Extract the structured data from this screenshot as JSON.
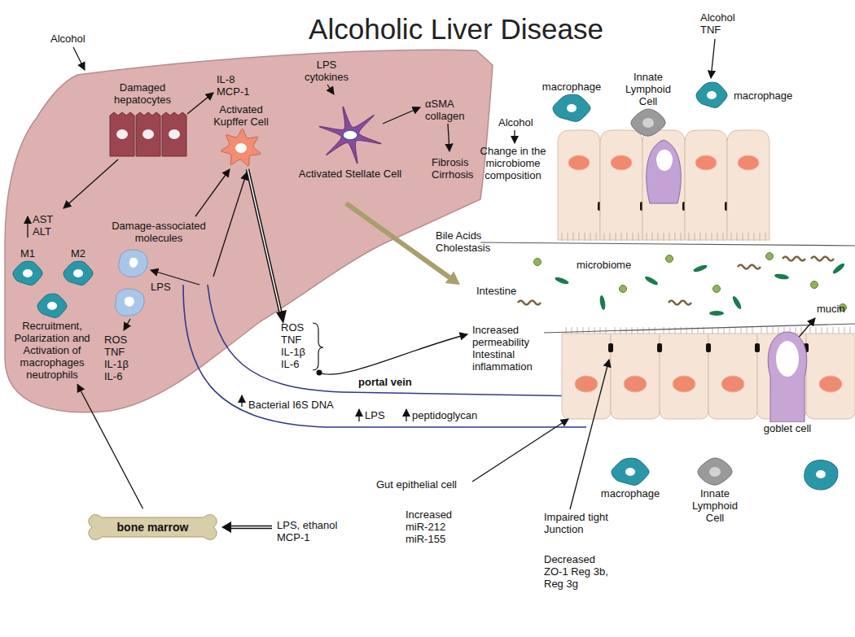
{
  "diagram": {
    "title": "Alcoholic Liver Disease",
    "nodes": [
      {
        "text": [
          "M1"
        ]
      },
      {
        "text": [
          "M2"
        ]
      },
      {
        "text": [
          "Recruitment, Polarization and Activation of macrophages neutrophils"
        ]
      },
      {
        "text": [
          "Activated Kupffer Cell"
        ]
      },
      {
        "text": [
          "Activated Stellate Cell"
        ]
      },
      {
        "text": [
          "bone marrow"
        ]
      },
      {
        "text": [
          "macrophage"
        ]
      },
      {
        "text": [
          "Innate Lymphoid Cell"
        ]
      },
      {
        "text": [
          "macrophage"
        ]
      },
      {
        "text": [
          "goblet cell"
        ]
      },
      {
        "text": [
          "macrophage"
        ]
      },
      {
        "text": [
          "Innate Lymphoid Cell"
        ]
      }
    ],
    "edges": [
      {
        "from": 5,
        "to": 2,
        "arrow": "to"
      }
    ],
    "labels": [
      "Alcohol",
      "Damaged hepatocytes",
      "IL-8 MCP-1",
      "LPS cytokines",
      "αSMA collagen",
      "Fibrosis Cirrhosis",
      "AST ALT",
      "Damage-associated molecules",
      "LPS",
      "ROS TNF IL-1β IL-6",
      "Bile Acids Cholestasis",
      "Intestine",
      "ROS TNF IL-1β IL-6",
      "Increased permeability Intestinal inflammation",
      "portal vein",
      "Bacterial I6S DNA",
      "LPS",
      "peptidoglycan",
      "Alcohol",
      "Change in the microbiome composition",
      "Alcohol TNF",
      "microbiome",
      "mucin",
      "Gut epithelial cell",
      "Increased miR-212 miR-155",
      "Impaired tight Junction",
      "Decreased ZO-1 Reg 3b, Reg 3g",
      "LPS, ethanol MCP-1"
    ]
  }
}
